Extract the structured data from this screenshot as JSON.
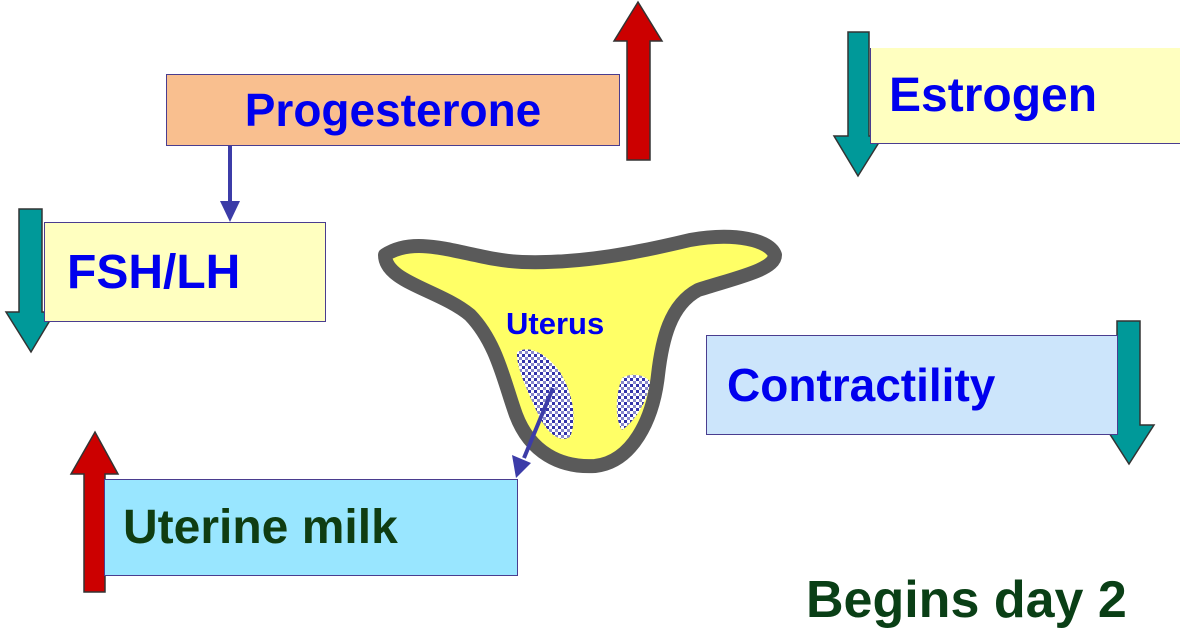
{
  "labels": {
    "progesterone": "Progesterone",
    "estrogen": "Estrogen",
    "fsh_lh": "FSH/LH",
    "uterus": "Uterus",
    "contractility": "Contractility",
    "uterine_milk": "Uterine milk",
    "begins_day": "Begins day 2"
  },
  "colors": {
    "progesterone_box": "#f9bf8f",
    "estrogen_box": "#ffffc0",
    "fsh_box": "#ffffc0",
    "contractility_box": "#cce5fb",
    "milk_box": "#99e6ff",
    "label_text": "#0000ee",
    "milk_text": "#0f3d12",
    "begins_text": "#0a3f16",
    "up_arrow": "#cc0000",
    "down_arrow": "#009999",
    "connector": "#3c3ca8",
    "uterus_fill": "#ffff66",
    "uterus_outline": "#5a5a5a"
  },
  "icons": {
    "up": "up-arrow-icon",
    "down": "down-arrow-icon"
  }
}
